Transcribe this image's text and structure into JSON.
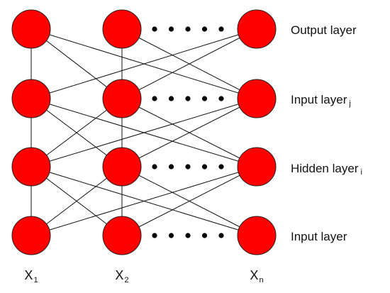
{
  "layer_labels": [
    {
      "name": "Output layer",
      "subscript": ""
    },
    {
      "name": "Input layer",
      "subscript": "j"
    },
    {
      "name": "Hidden layer",
      "subscript": "i"
    },
    {
      "name": "Input layer",
      "subscript": ""
    }
  ],
  "column_labels": [
    {
      "base": "X",
      "subscript": "1"
    },
    {
      "base": "X",
      "subscript": "2"
    },
    {
      "base": "X",
      "subscript": "n"
    }
  ],
  "colors": {
    "node_fill": "#ff0000",
    "node_stroke": "#222222",
    "edge": "#111111",
    "dots": "#000000"
  }
}
